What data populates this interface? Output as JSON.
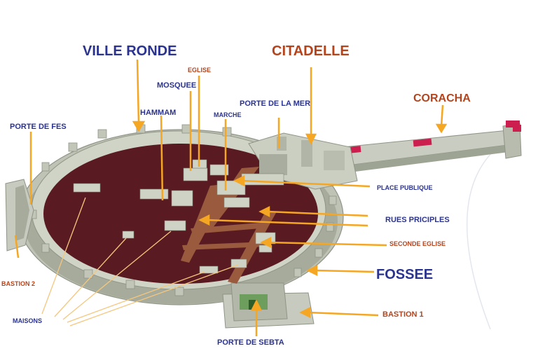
{
  "colors": {
    "blue_label": "#2b3390",
    "brown_label": "#b5441d",
    "arrow": "#f5a623",
    "wall": "#c7cbbf",
    "wall_shade": "#9aa090",
    "interior": "#5a1a22",
    "street": "#9a5a3e",
    "accent_red": "#cc1f4f"
  },
  "labels": {
    "ville_ronde": "VILLE RONDE",
    "citadelle": "CITADELLE",
    "coracha": "CORACHA",
    "eglise": "EGLISE",
    "mosquee": "MOSQUEE",
    "hammam": "HAMMAM",
    "marche": "MARCHE",
    "porte_de_la_mer": "PORTE DE LA MER",
    "porte_de_fes": "PORTE DE FES",
    "place_publique": "PLACE PUBLIQUE",
    "rues_principles": "RUES PRICIPLES",
    "seconde_eglise": "SECONDE EGLISE",
    "fossee": "FOSSEE",
    "bastion_2": "BASTION 2",
    "bastion_1": "BASTION 1",
    "maisons": "MAISONS",
    "porte_de_sebta": "PORTE DE SEBTA"
  }
}
